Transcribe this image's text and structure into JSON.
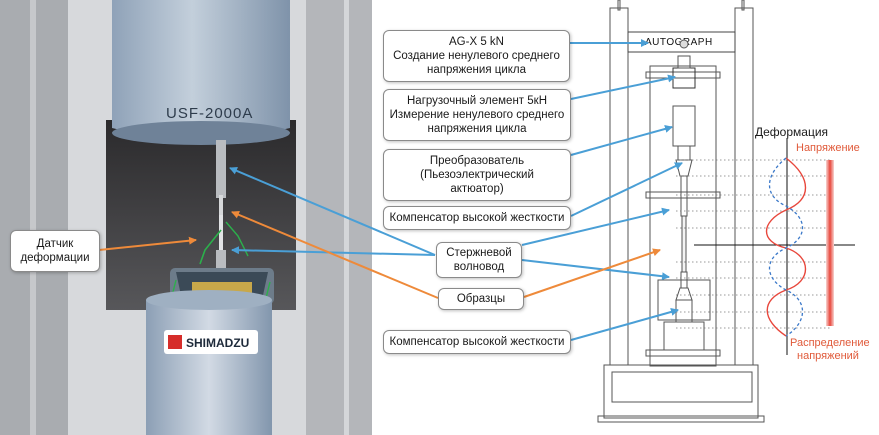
{
  "photo": {
    "column_label": "USF-2000A",
    "brand_plate": "SHIMADZU"
  },
  "schematic": {
    "frame_logo": "AUTOGRAPH"
  },
  "callouts": {
    "sensor": [
      "Датчик",
      "деформации"
    ],
    "rod": [
      "Стержневой",
      "волновод"
    ],
    "specimens": "Образцы",
    "agx": [
      "AG-X 5 kN",
      "Создание ненулевого среднего",
      "напряжения цикла"
    ],
    "load_cell": [
      "Нагрузочный элемент 5кН",
      "Измерение ненулевого среднего",
      "напряжения цикла"
    ],
    "converter": [
      "Преобразователь",
      "(Пьезоэлектрический",
      "актюатор)"
    ],
    "comp_top": "Компенсатор высокой жесткости",
    "comp_bottom": "Компенсатор высокой жесткости"
  },
  "waves": {
    "deformation": "Деформация",
    "stress": "Напряжение",
    "stress_distribution": [
      "Распределение",
      "напряжений"
    ]
  },
  "colors": {
    "blue_arrow": "#4a9fd6",
    "orange_arrow": "#ee8a3a",
    "stress_red": "#e8473c",
    "stress_label": "#e05a3a",
    "deformation_dash": "#3a78c9"
  }
}
